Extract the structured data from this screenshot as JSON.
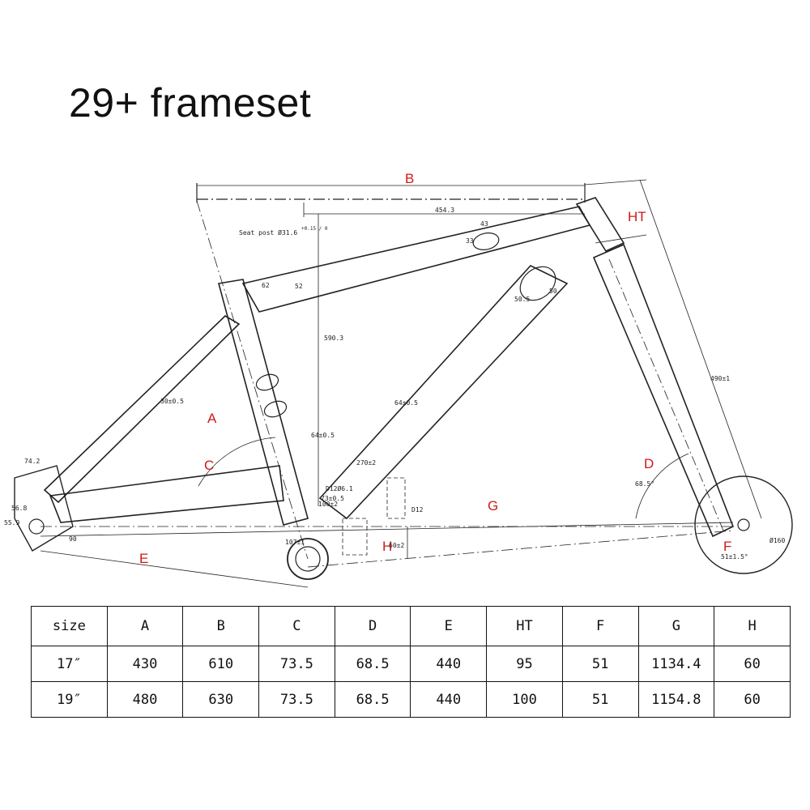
{
  "title": "29+  frameset",
  "labels": {
    "A": "A",
    "B": "B",
    "C": "C",
    "D": "D",
    "E": "E",
    "F": "F",
    "G": "G",
    "H": "H",
    "HT": "HT"
  },
  "annotations": {
    "seat_post": "Seat post Ø31.6",
    "seat_post_tol": "+0.15 / 0",
    "d454": "454.3",
    "d43": "43",
    "d33": "33",
    "d62": "62",
    "d52": "52",
    "d50a": "50",
    "d50_5": "50.5",
    "d590": "590.3",
    "d30": "30±0.5",
    "d64a": "64±0.5",
    "d64b": "64±0.5",
    "d270": "270±2",
    "d12a": "D12Ø6.1",
    "d12b": "D12",
    "d74": "74.2",
    "d56": "56.8",
    "d55": "55.9",
    "d90": "90",
    "d73": "73±0.5",
    "d60": "60±2",
    "d107": "107±1",
    "d100": "100±2",
    "d490": "490±1",
    "d68": "68.5°",
    "d51": "51±1.5°",
    "d160": "Ø160"
  },
  "table": {
    "headers": [
      "size",
      "A",
      "B",
      "C",
      "D",
      "E",
      "HT",
      "F",
      "G",
      "H"
    ],
    "rows": [
      [
        "17″",
        "430",
        "610",
        "73.5",
        "68.5",
        "440",
        "95",
        "51",
        "1134.4",
        "60"
      ],
      [
        "19″",
        "480",
        "630",
        "73.5",
        "68.5",
        "440",
        "100",
        "51",
        "1154.8",
        "60"
      ]
    ]
  },
  "colors": {
    "label": "#d01818",
    "line": "#222222"
  }
}
